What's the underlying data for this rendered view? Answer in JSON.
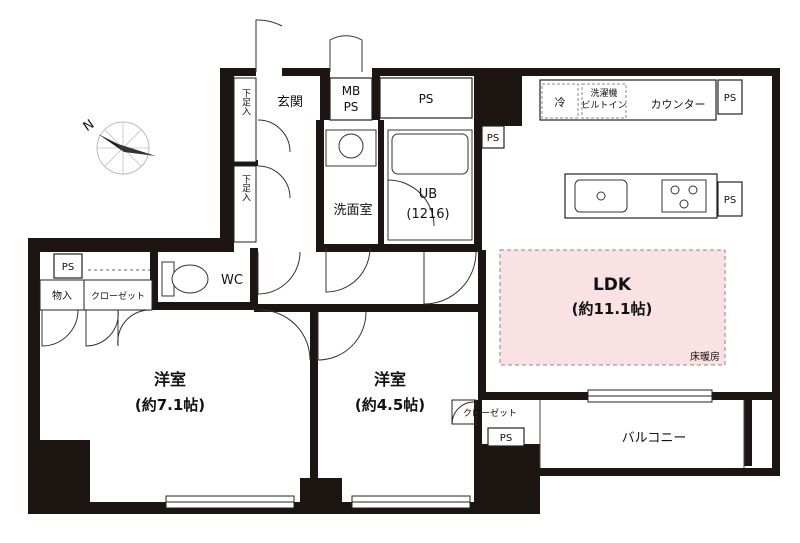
{
  "compass": {
    "north_label": "N"
  },
  "rooms": {
    "ldk": {
      "name": "LDK",
      "size": "(約11.1帖)",
      "note": "床暖房",
      "fill_color": "#f9e1e4"
    },
    "western_large": {
      "name": "洋室",
      "size": "(約7.1帖)"
    },
    "western_small": {
      "name": "洋室",
      "size": "(約4.5帖)"
    },
    "washroom": {
      "name": "洗面室"
    },
    "bath": {
      "name": "UB",
      "size": "(1216)"
    },
    "entrance": {
      "name": "玄関"
    },
    "wc": {
      "name": "WC"
    },
    "balcony": {
      "name": "バルコニー"
    },
    "counter": {
      "name": "カウンター"
    },
    "closet_main": {
      "name": "クローゼット"
    },
    "storage": {
      "name": "物入"
    },
    "closet_small": {
      "name": "クローゼット"
    }
  },
  "shoe_boxes": [
    "下足入",
    "下足入"
  ],
  "fixtures": {
    "fridge": "冷",
    "washer": [
      "洗濯機",
      "ビルトイン"
    ]
  },
  "ps_labels": {
    "mb_ps": [
      "MB",
      "PS"
    ],
    "top": "PS",
    "near_bath": "PS",
    "right_top": "PS",
    "right_mid": "PS",
    "left": "PS",
    "bottom": "PS"
  }
}
